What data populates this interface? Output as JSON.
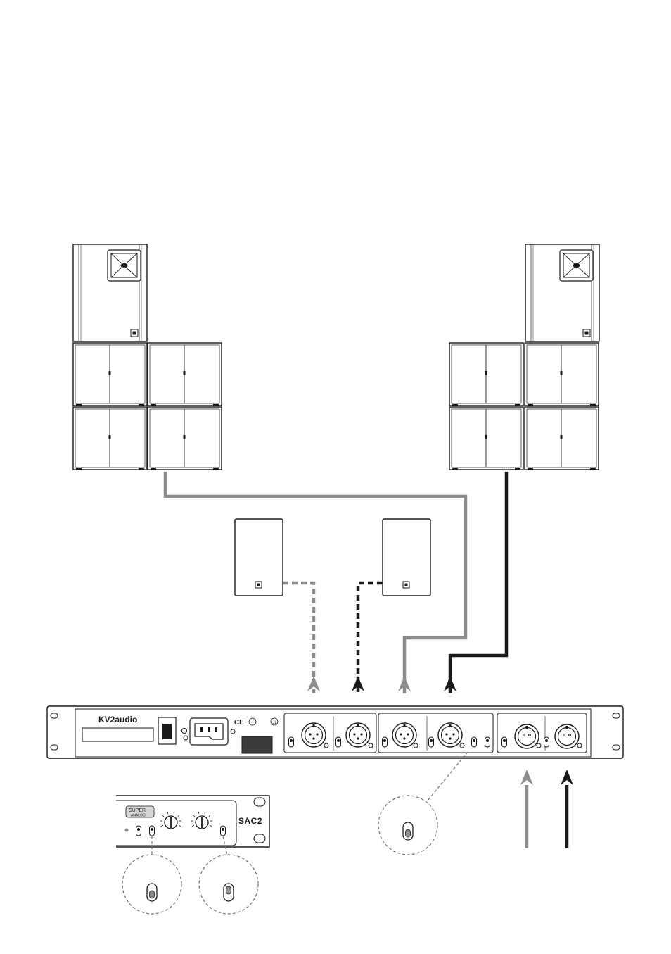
{
  "rack": {
    "brand_label": "KV2audio",
    "ce_mark": "CE",
    "ul_mark": "UL"
  },
  "detail_panel": {
    "badge_top": "SUPER",
    "badge_bottom": "ANALOG",
    "model_label": "SAC2"
  },
  "colors": {
    "gray_cable": "#8c8c8c",
    "black_cable": "#1a1a1a",
    "outline": "#1a1a1a",
    "background": "#ffffff",
    "dashed_callout": "#707070"
  },
  "icons": [
    "speaker-top-icon",
    "subwoofer-icon",
    "monitor-icon",
    "xlr-connector-icon",
    "toggle-switch-icon",
    "arrow-up-icon",
    "knob-icon"
  ]
}
